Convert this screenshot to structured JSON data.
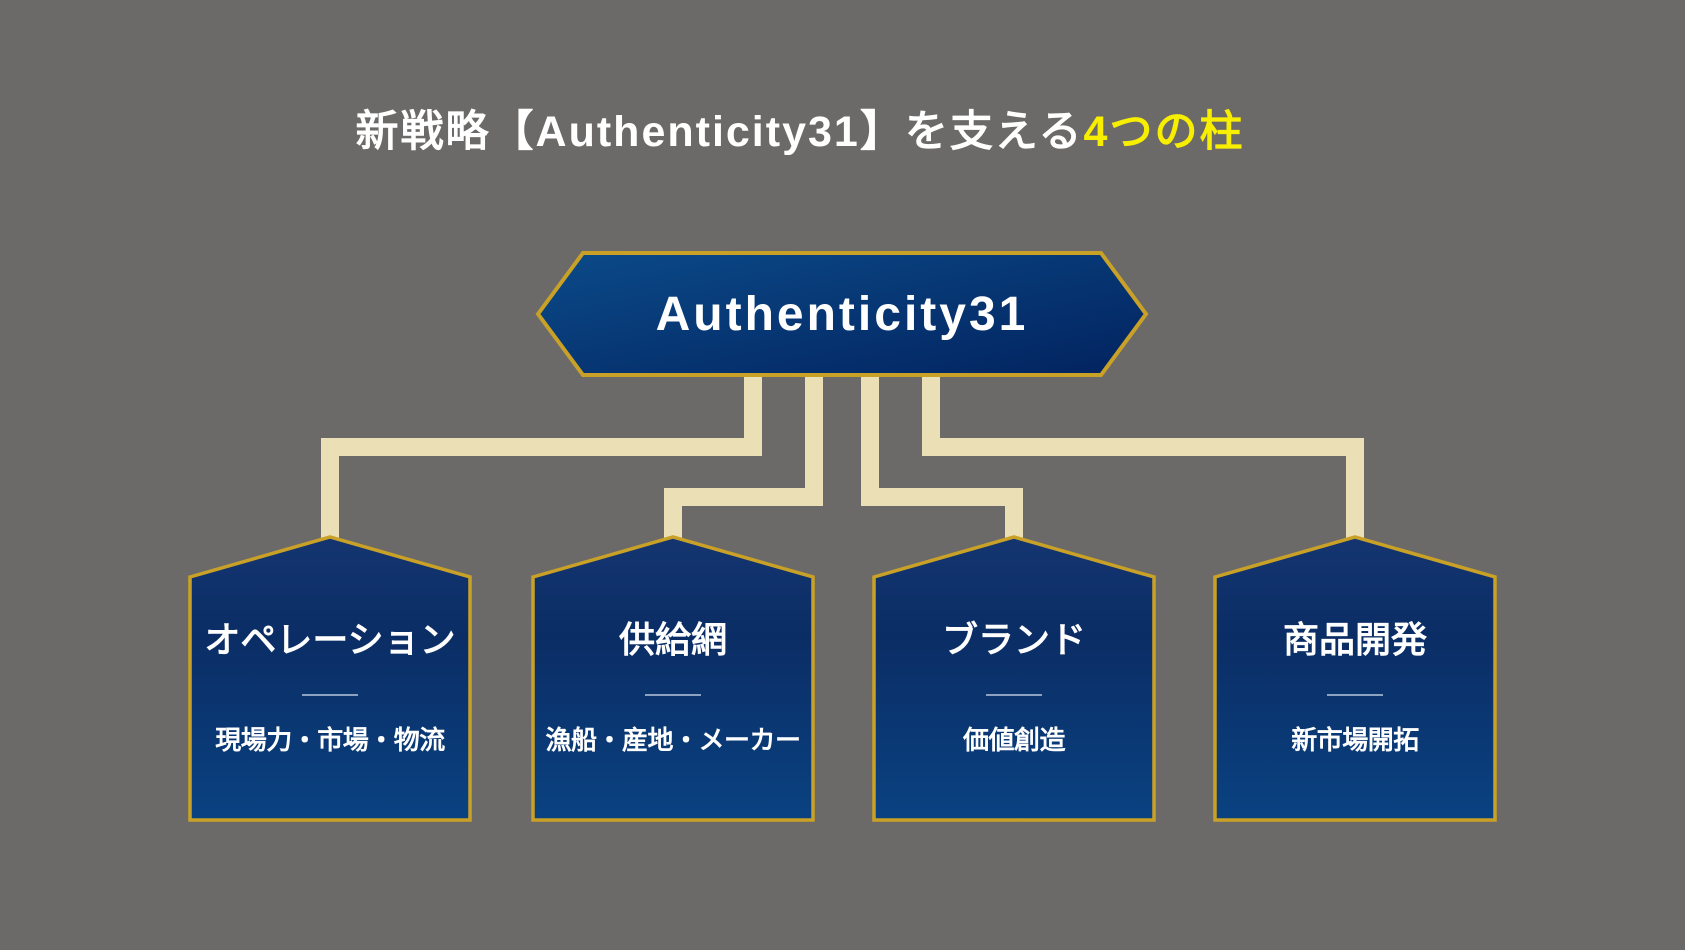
{
  "page": {
    "background_color": "#6b6a68"
  },
  "header": {
    "title_prefix": "新戦略【Authenticity31】を支える",
    "title_highlight": "4つの柱",
    "highlight_color": "#f8ee00",
    "text_color": "#ffffff"
  },
  "diagram": {
    "root": {
      "label": "Authenticity31"
    },
    "pillars": [
      {
        "title": "オペレーション",
        "subtitle": "現場力・市場・物流"
      },
      {
        "title": "供給網",
        "subtitle": "漁船・産地・メーカー"
      },
      {
        "title": "ブランド",
        "subtitle": "価値創造"
      },
      {
        "title": "商品開発",
        "subtitle": "新市場開拓"
      }
    ],
    "colors": {
      "gold_border": "#c9a127",
      "connector_beige": "#ebe0b5",
      "hexagon_navy_light": "#0b4a88",
      "hexagon_navy_dark": "#02235f",
      "house_navy_top": "#143570",
      "house_navy_mid": "#0b2d65",
      "house_navy_bottom": "#0a4281",
      "divider_gray_blue": "#8ca2c0",
      "text_white": "#ffffff"
    }
  }
}
